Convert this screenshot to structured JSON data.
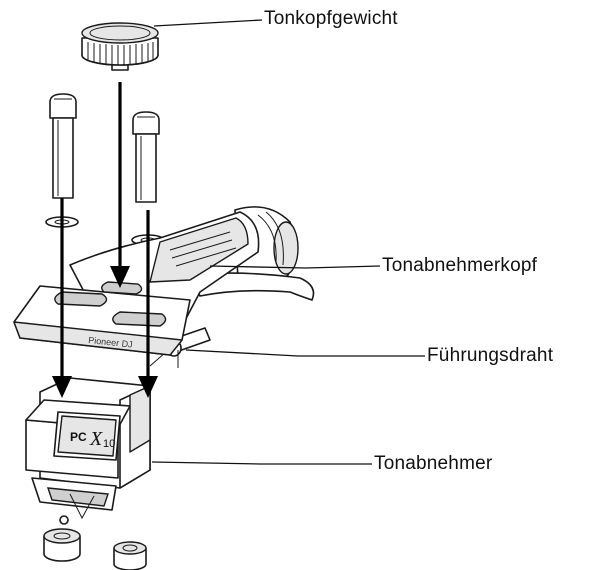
{
  "labels": {
    "headshell_weight": "Tonkopfgewicht",
    "headshell": "Tonabnehmerkopf",
    "guide_wire": "Führungsdraht",
    "cartridge": "Tonabnehmer"
  },
  "markings": {
    "headshell_brand": "Pioneer DJ",
    "cartridge_model_prefix": "PC",
    "cartridge_model_x": "X",
    "cartridge_model_number": "10"
  }
}
